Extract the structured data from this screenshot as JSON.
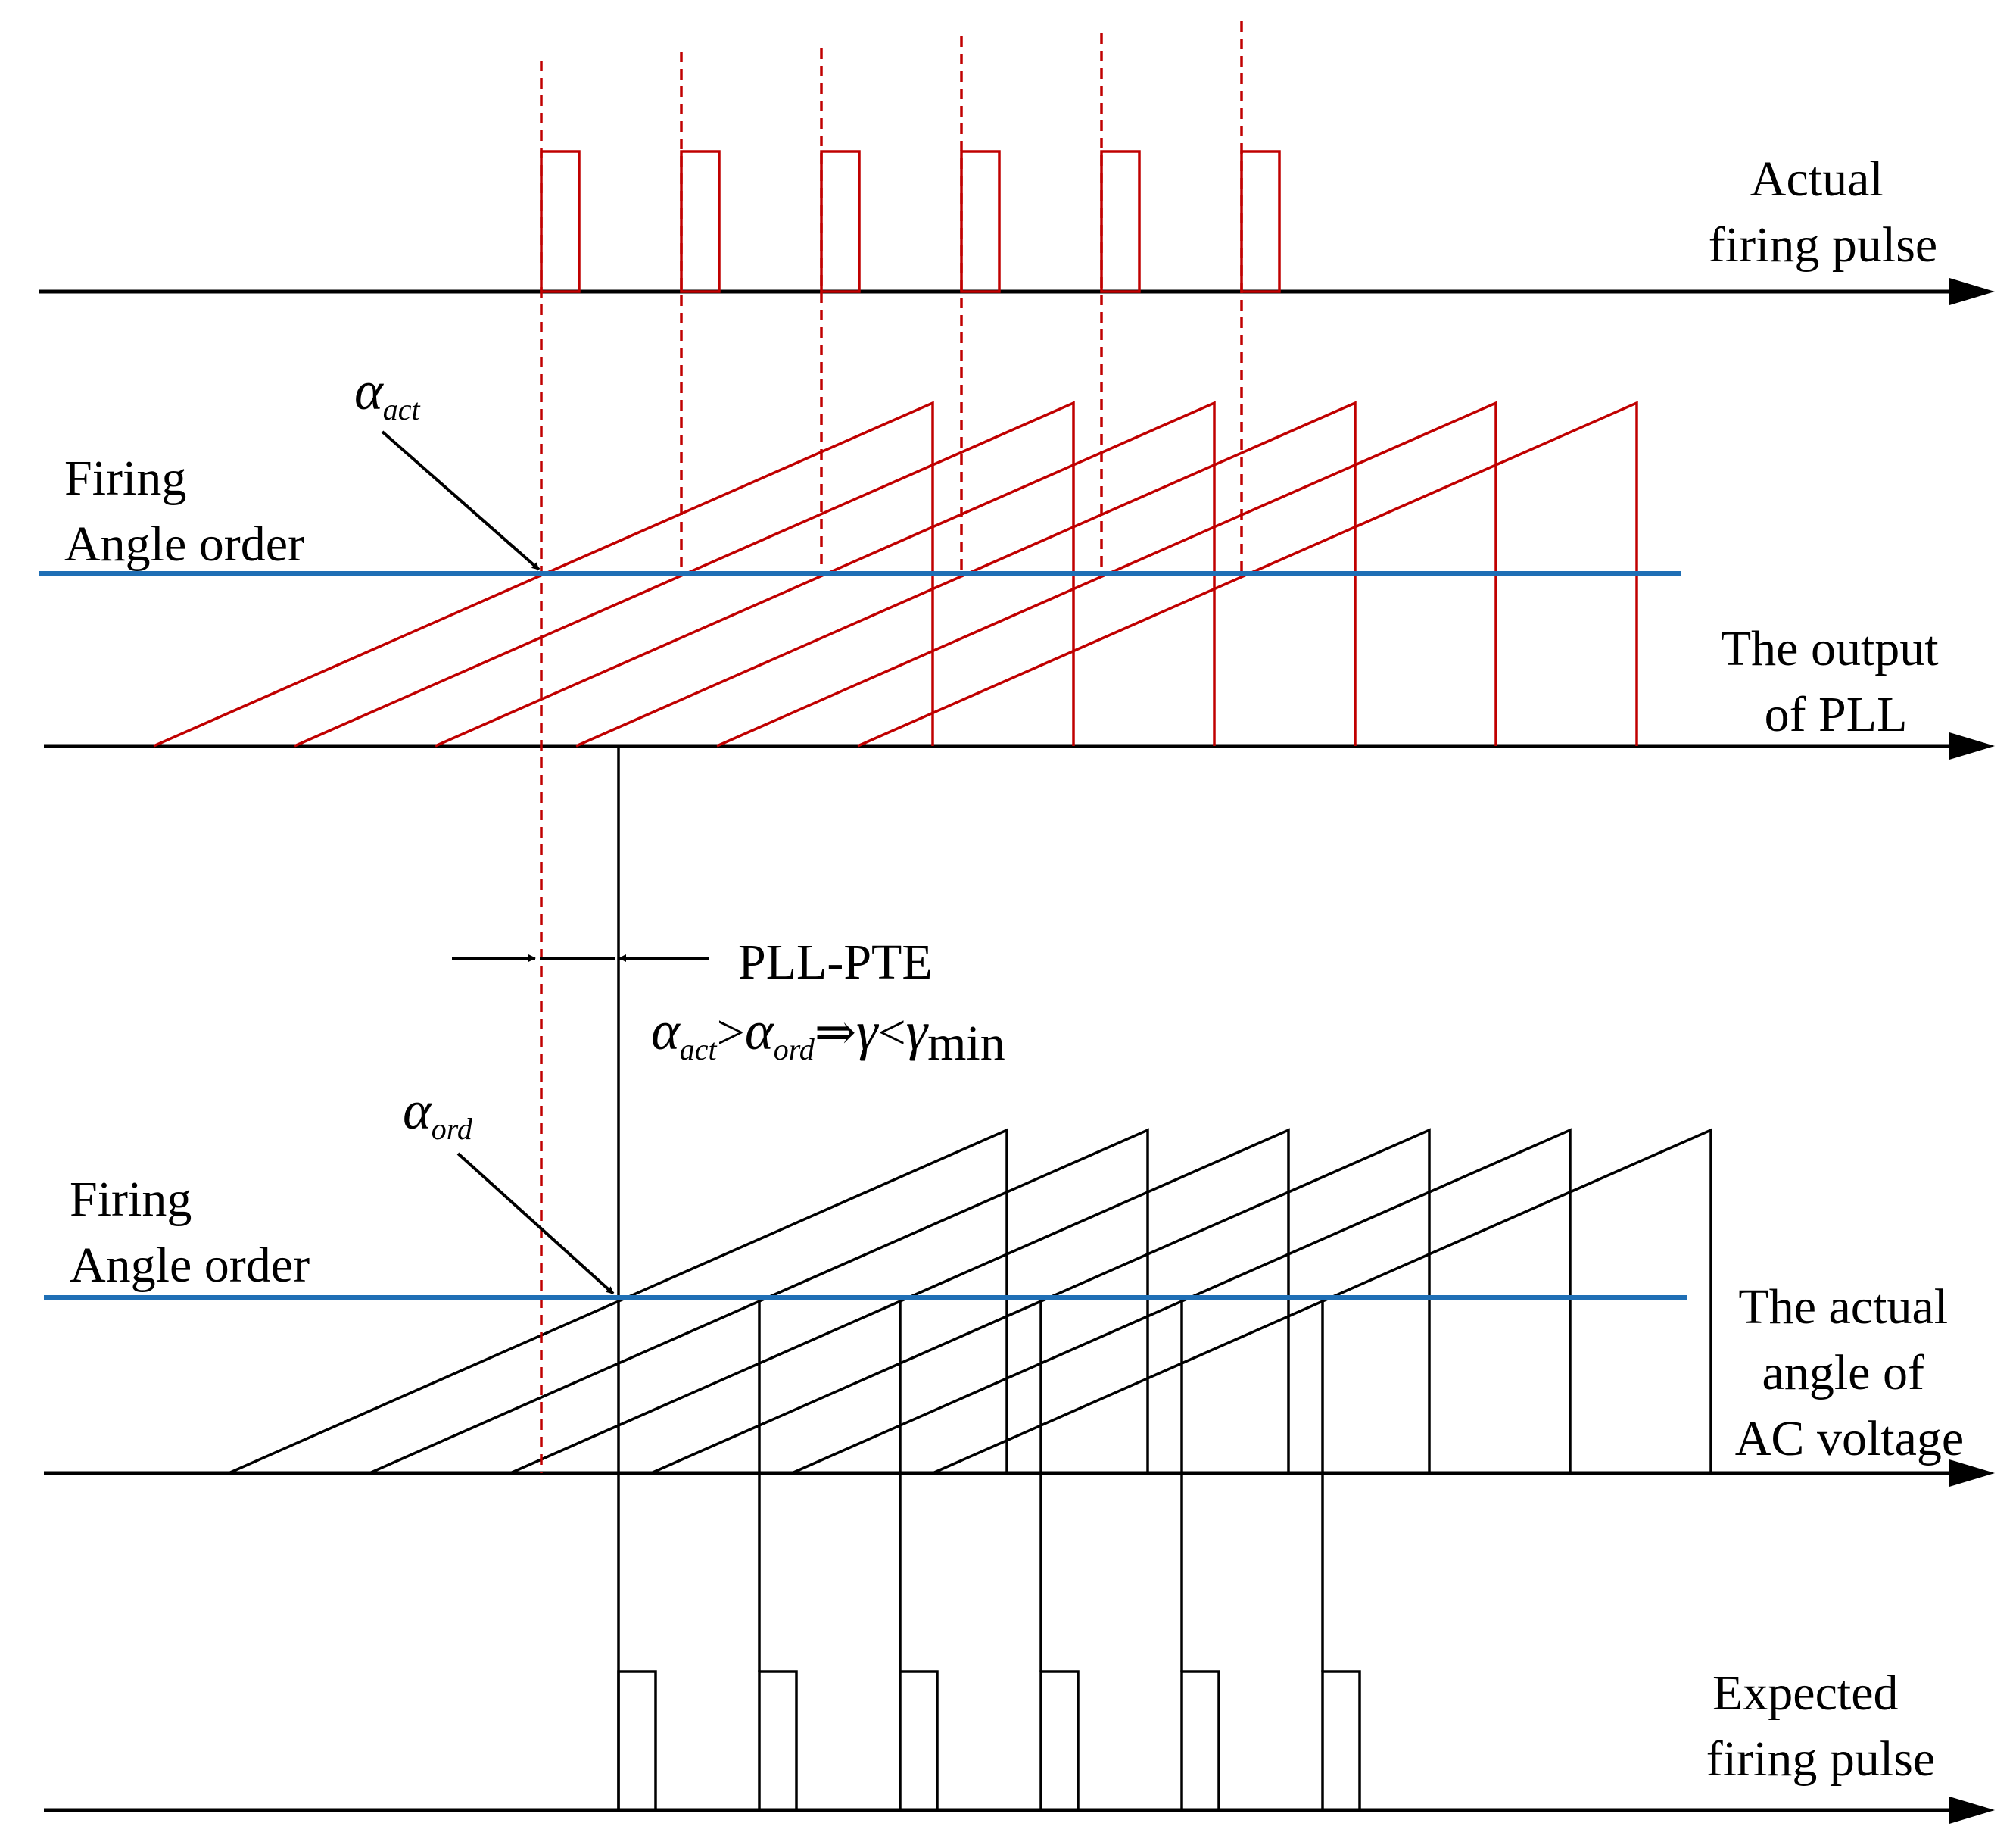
{
  "labels": {
    "actual_firing_pulse": [
      "Actual",
      "firing pulse"
    ],
    "output_of_pll": [
      "The output",
      "of PLL"
    ],
    "firing_angle_order_top": [
      "Firing",
      "Angle order"
    ],
    "firing_angle_order_bottom": [
      "Firing",
      "Angle order"
    ],
    "actual_angle_ac_voltage": [
      "The actual",
      "angle of",
      "AC voltage"
    ],
    "expected_firing_pulse": [
      "Expected",
      "firing pulse"
    ],
    "pll_pte": "PLL-PTE"
  },
  "symbols": {
    "alpha": "α",
    "gamma": "γ",
    "act": "act",
    "ord": "ord",
    "min": "min",
    "gt": ">",
    "lt": "<",
    "implies": "⇒"
  },
  "colors": {
    "axis": "#000000",
    "pll_waveform": "#c00000",
    "actual_pulse": "#c00000",
    "order_line": "#1f6fb5",
    "ac_waveform": "#000000",
    "expected_pulse": "#000000"
  }
}
